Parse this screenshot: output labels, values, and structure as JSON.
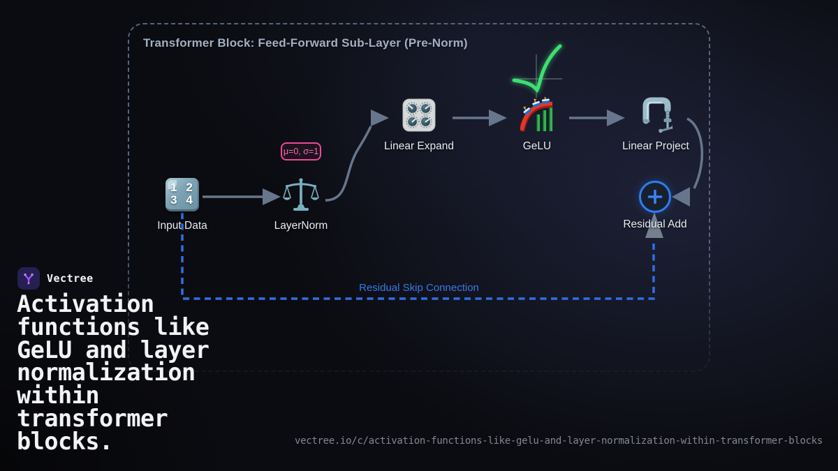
{
  "diagram": {
    "title": "Transformer Block: Feed-Forward Sub-Layer (Pre-Norm)",
    "norm_badge": "μ=0, σ=1",
    "skip_label": "Residual Skip Connection",
    "nodes": [
      {
        "id": "input-data",
        "label": "Input Data",
        "icon": "numbers-input-icon"
      },
      {
        "id": "layernorm",
        "label": "LayerNorm",
        "icon": "balance-scale-icon"
      },
      {
        "id": "linear-expand",
        "label": "Linear Expand",
        "icon": "control-knobs-icon"
      },
      {
        "id": "gelu",
        "label": "GeLU",
        "icon": "roller-coaster-icon"
      },
      {
        "id": "linear-project",
        "label": "Linear Project",
        "icon": "clamp-icon"
      },
      {
        "id": "residual-add",
        "label": "Residual Add",
        "icon": "plus-circle-icon"
      }
    ],
    "input_icon_digits": [
      "1 2",
      "3 4"
    ],
    "colors": {
      "skip_connection_blue": "#3b82f6",
      "badge_pink": "#ec4899",
      "gelu_curve_green": "#3edf72",
      "arrow_slate": "#67768c",
      "container_border": "#55657c"
    }
  },
  "brand": {
    "name": "Vectree"
  },
  "headline": "Activation functions like GeLU and layer normalization within transformer blocks.",
  "footer_url": "vectree.io/c/activation-functions-like-gelu-and-layer-normalization-within-transformer-blocks"
}
